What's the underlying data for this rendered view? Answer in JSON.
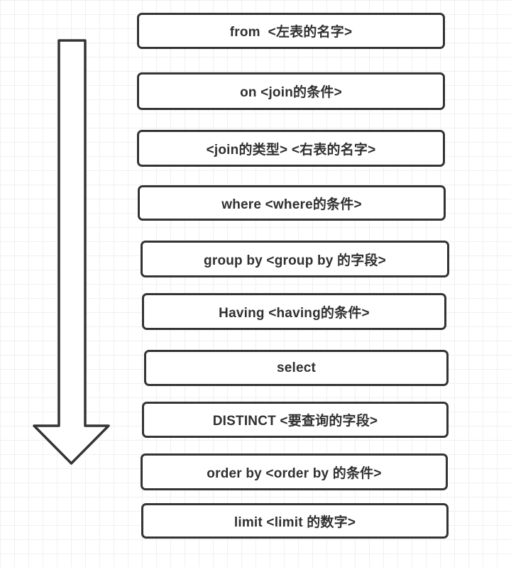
{
  "diagram": {
    "steps": [
      {
        "label": "from  <左表的名字>"
      },
      {
        "label": "on <join的条件>"
      },
      {
        "label": "<join的类型> <右表的名字>"
      },
      {
        "label": "where <where的条件>"
      },
      {
        "label": "group by <group by 的字段>"
      },
      {
        "label": "Having <having的条件>"
      },
      {
        "label": "select"
      },
      {
        "label": "DISTINCT <要查询的字段>"
      },
      {
        "label": "order by <order by 的条件>"
      },
      {
        "label": "limit <limit 的数字>"
      }
    ],
    "arrow": {
      "direction": "down"
    },
    "colors": {
      "border": "#343434",
      "text": "#303030",
      "background": "#ffffff",
      "grid": "#f0f0f1"
    }
  }
}
